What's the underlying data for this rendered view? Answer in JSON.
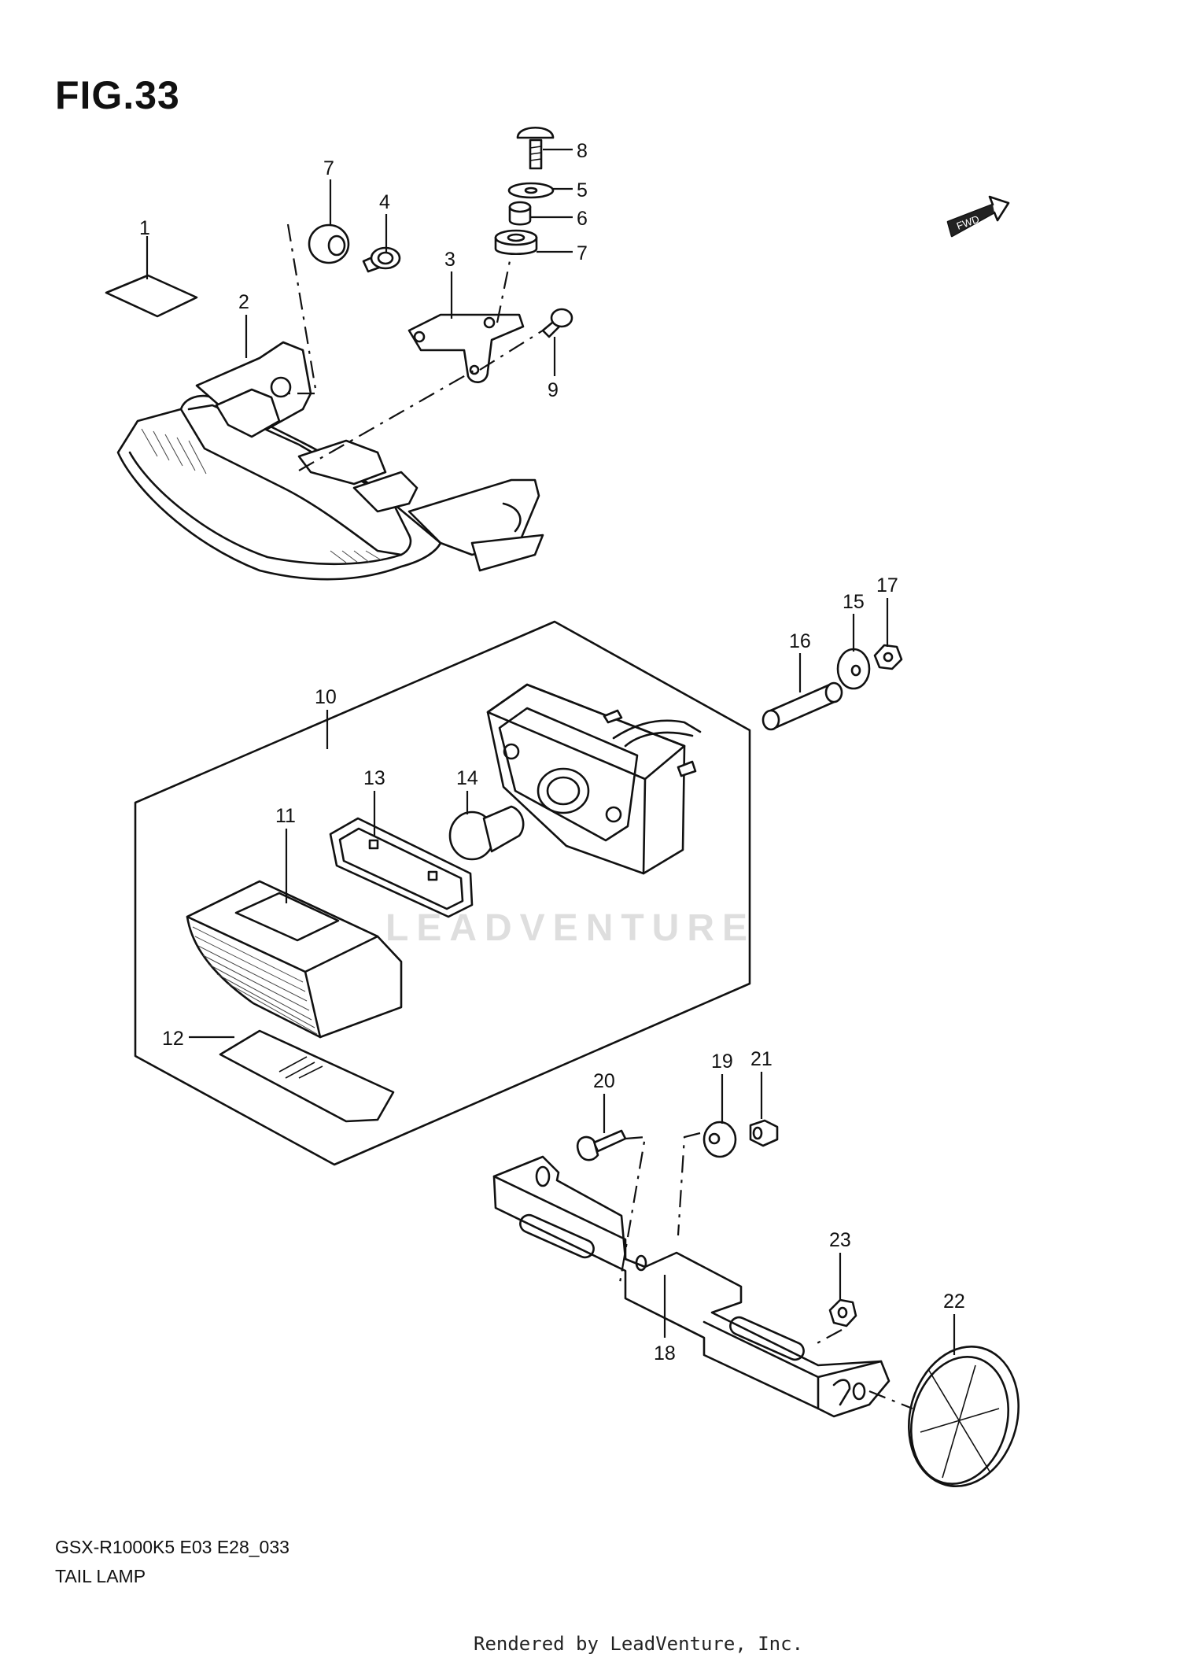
{
  "figure": {
    "title": "FIG.33",
    "model_code": "GSX-R1000K5 E03 E28_033",
    "caption": "TAIL LAMP",
    "fwd_label": "FWD",
    "watermark": "LEADVENTURE",
    "footer": "Rendered by LeadVenture, Inc."
  },
  "callouts": [
    {
      "id": "1"
    },
    {
      "id": "2"
    },
    {
      "id": "3"
    },
    {
      "id": "4"
    },
    {
      "id": "5"
    },
    {
      "id": "6"
    },
    {
      "id": "7"
    },
    {
      "id": "7b",
      "text": "7"
    },
    {
      "id": "8"
    },
    {
      "id": "9"
    },
    {
      "id": "10"
    },
    {
      "id": "11"
    },
    {
      "id": "12"
    },
    {
      "id": "13"
    },
    {
      "id": "14"
    },
    {
      "id": "15"
    },
    {
      "id": "16"
    },
    {
      "id": "17"
    },
    {
      "id": "18"
    },
    {
      "id": "19"
    },
    {
      "id": "20"
    },
    {
      "id": "21"
    },
    {
      "id": "22"
    },
    {
      "id": "23"
    }
  ]
}
